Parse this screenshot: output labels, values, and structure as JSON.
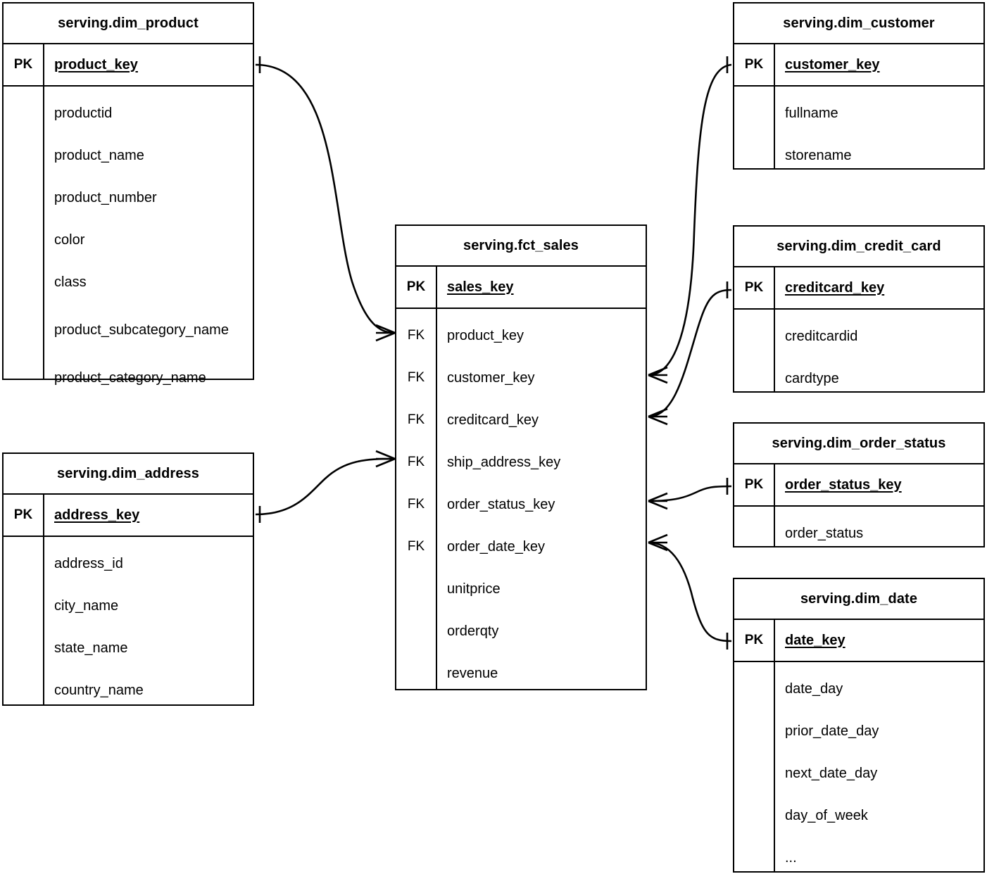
{
  "diagram": {
    "type": "entity-relationship-diagram",
    "notation": "crow's foot",
    "background": "#ffffff",
    "line_color": "#000000"
  },
  "entities": [
    {
      "id": "dim_product",
      "title": "serving.dim_product",
      "pk_flag": "PK",
      "pk_field": "product_key",
      "fields": [
        {
          "flag": "",
          "name": "productid"
        },
        {
          "flag": "",
          "name": "product_name"
        },
        {
          "flag": "",
          "name": "product_number"
        },
        {
          "flag": "",
          "name": "color"
        },
        {
          "flag": "",
          "name": "class"
        },
        {
          "flag": "",
          "name": "product_subcategory_name"
        },
        {
          "flag": "",
          "name": "product_category_name"
        }
      ]
    },
    {
      "id": "dim_address",
      "title": "serving.dim_address",
      "pk_flag": "PK",
      "pk_field": "address_key",
      "fields": [
        {
          "flag": "",
          "name": "address_id"
        },
        {
          "flag": "",
          "name": "city_name"
        },
        {
          "flag": "",
          "name": "state_name"
        },
        {
          "flag": "",
          "name": "country_name"
        }
      ]
    },
    {
      "id": "fct_sales",
      "title": "serving.fct_sales",
      "pk_flag": "PK",
      "pk_field": "sales_key",
      "fields": [
        {
          "flag": "FK",
          "name": "product_key"
        },
        {
          "flag": "FK",
          "name": "customer_key"
        },
        {
          "flag": "FK",
          "name": "creditcard_key"
        },
        {
          "flag": "FK",
          "name": "ship_address_key"
        },
        {
          "flag": "FK",
          "name": "order_status_key"
        },
        {
          "flag": "FK",
          "name": "order_date_key"
        },
        {
          "flag": "",
          "name": "unitprice"
        },
        {
          "flag": "",
          "name": "orderqty"
        },
        {
          "flag": "",
          "name": "revenue"
        }
      ]
    },
    {
      "id": "dim_customer",
      "title": "serving.dim_customer",
      "pk_flag": "PK",
      "pk_field": "customer_key",
      "fields": [
        {
          "flag": "",
          "name": "fullname"
        },
        {
          "flag": "",
          "name": "storename"
        }
      ]
    },
    {
      "id": "dim_credit_card",
      "title": "serving.dim_credit_card",
      "pk_flag": "PK",
      "pk_field": "creditcard_key",
      "fields": [
        {
          "flag": "",
          "name": "creditcardid"
        },
        {
          "flag": "",
          "name": "cardtype"
        }
      ]
    },
    {
      "id": "dim_order_status",
      "title": "serving.dim_order_status",
      "pk_flag": "PK",
      "pk_field": "order_status_key",
      "fields": [
        {
          "flag": "",
          "name": "order_status"
        }
      ]
    },
    {
      "id": "dim_date",
      "title": "serving.dim_date",
      "pk_flag": "PK",
      "pk_field": "date_key",
      "fields": [
        {
          "flag": "",
          "name": "date_day"
        },
        {
          "flag": "",
          "name": "prior_date_day"
        },
        {
          "flag": "",
          "name": "next_date_day"
        },
        {
          "flag": "",
          "name": "day_of_week"
        },
        {
          "flag": "",
          "name": "..."
        }
      ]
    }
  ],
  "relationships": [
    {
      "from": "dim_product",
      "from_field": "product_key",
      "to": "fct_sales",
      "to_field": "product_key",
      "from_cardinality": "one",
      "to_cardinality": "many"
    },
    {
      "from": "dim_address",
      "from_field": "address_key",
      "to": "fct_sales",
      "to_field": "ship_address_key",
      "from_cardinality": "one",
      "to_cardinality": "many"
    },
    {
      "from": "dim_customer",
      "from_field": "customer_key",
      "to": "fct_sales",
      "to_field": "customer_key",
      "from_cardinality": "one",
      "to_cardinality": "many"
    },
    {
      "from": "dim_credit_card",
      "from_field": "creditcard_key",
      "to": "fct_sales",
      "to_field": "creditcard_key",
      "from_cardinality": "one",
      "to_cardinality": "many"
    },
    {
      "from": "dim_order_status",
      "from_field": "order_status_key",
      "to": "fct_sales",
      "to_field": "order_status_key",
      "from_cardinality": "one",
      "to_cardinality": "many"
    },
    {
      "from": "dim_date",
      "from_field": "date_key",
      "to": "fct_sales",
      "to_field": "order_date_key",
      "from_cardinality": "one",
      "to_cardinality": "many"
    }
  ]
}
